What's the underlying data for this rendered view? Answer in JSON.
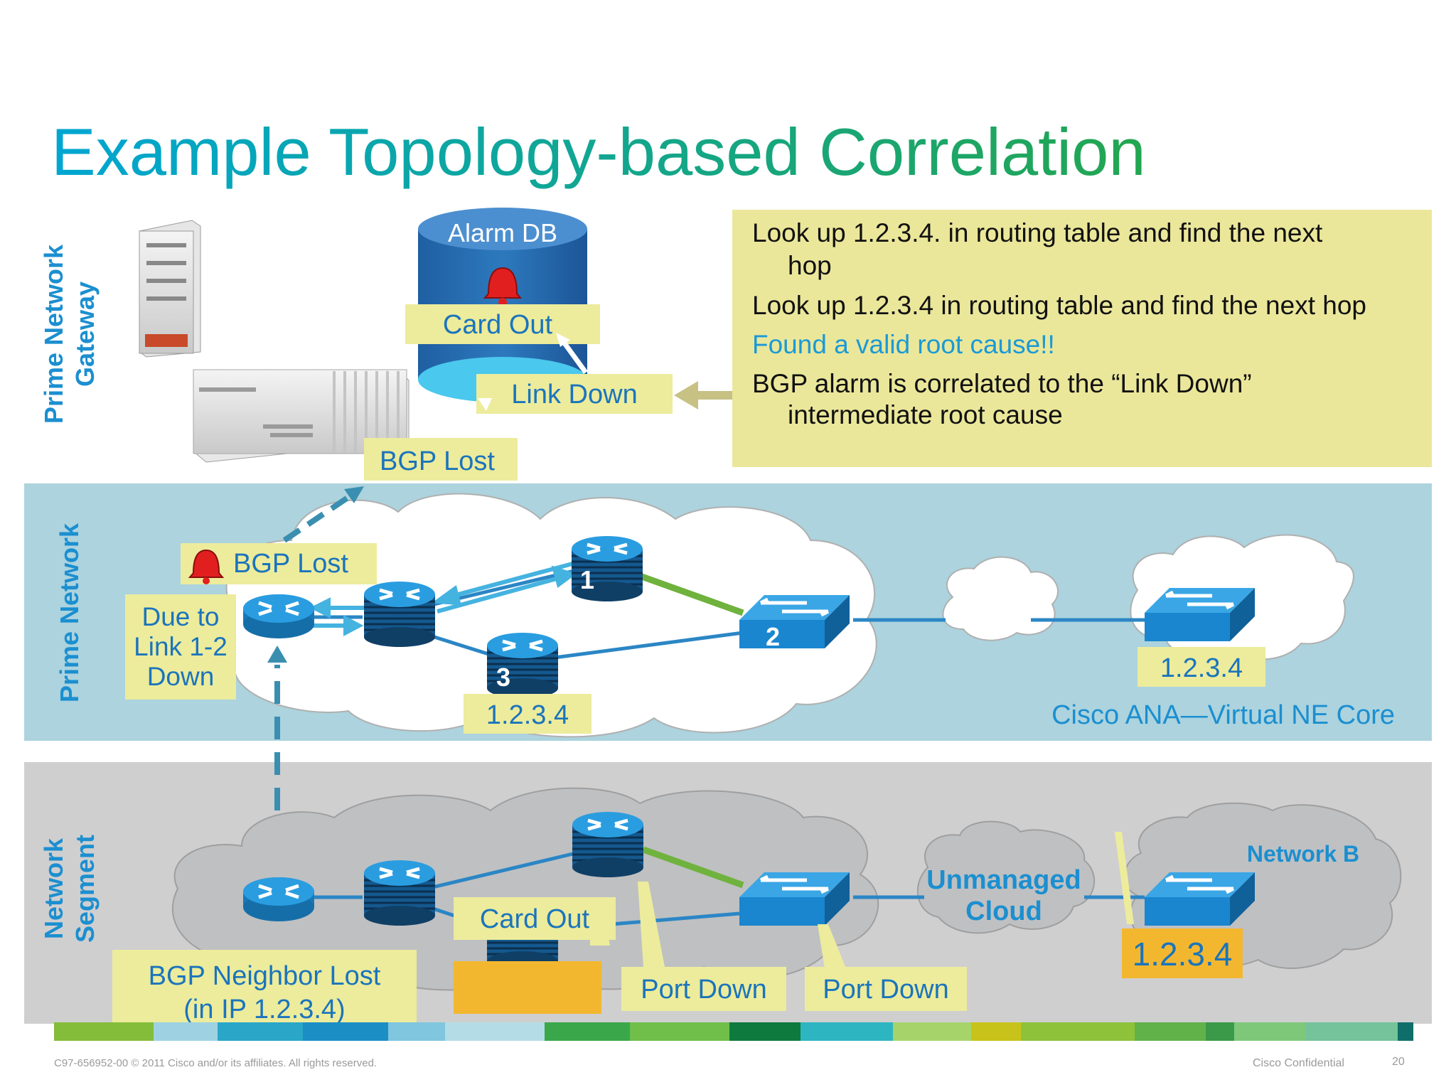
{
  "title": "Example Topology-based Correlation",
  "sections": {
    "gateway": [
      "Prime Network",
      "Gateway"
    ],
    "prime": "Prime Network",
    "segment": [
      "Network",
      "Segment"
    ]
  },
  "alarm_db": {
    "label": "Alarm DB",
    "card_out": "Card Out",
    "link_down": "Link Down",
    "bgp_lost": "BGP Lost"
  },
  "note": {
    "line1a": "Look up 1.2.3.4. in routing table and find the next",
    "line1b": "hop",
    "line2": "Look up 1.2.3.4 in routing table and find the next hop",
    "line3": "Found a valid root cause!!",
    "line4a": "BGP alarm is correlated to the “Link Down”",
    "line4b": "intermediate root cause"
  },
  "prime_labels": {
    "bgp_lost": "BGP Lost",
    "due_to": [
      "Due to",
      "Link 1-2",
      "Down"
    ],
    "node1": "1",
    "node2": "2",
    "node3": "3",
    "ip_left": "1.2.3.4",
    "ip_right": "1.2.3.4",
    "core": "Cisco ANA—Virtual NE Core"
  },
  "segment_labels": {
    "card_out": "Card Out",
    "port_down_1": "Port Down",
    "port_down_2": "Port Down",
    "unmanaged": [
      "Unmanaged",
      "Cloud"
    ],
    "network_b": "Network B",
    "ip": "1.2.3.4",
    "bgp_neighbor": [
      "BGP Neighbor Lost",
      "(in IP 1.2.3.4)"
    ]
  },
  "footer": {
    "left": "C97-656952-00  © 2011 Cisco and/or its affiliates. All rights reserved.",
    "center": "Cisco Confidential",
    "page": "20"
  },
  "colors": {
    "title_start": "#00a9cf",
    "title_end": "#2aa84a",
    "section_label": "#1b8fd0",
    "note_bg": "#ebe79a",
    "label_bg": "#ecec9c",
    "prime_band": "#acd3de",
    "segment_band": "#cfcfd0",
    "device_blue": "#1d8ccf",
    "link_green": "#6fb23d",
    "highlight_orange": "#f3b72f"
  }
}
